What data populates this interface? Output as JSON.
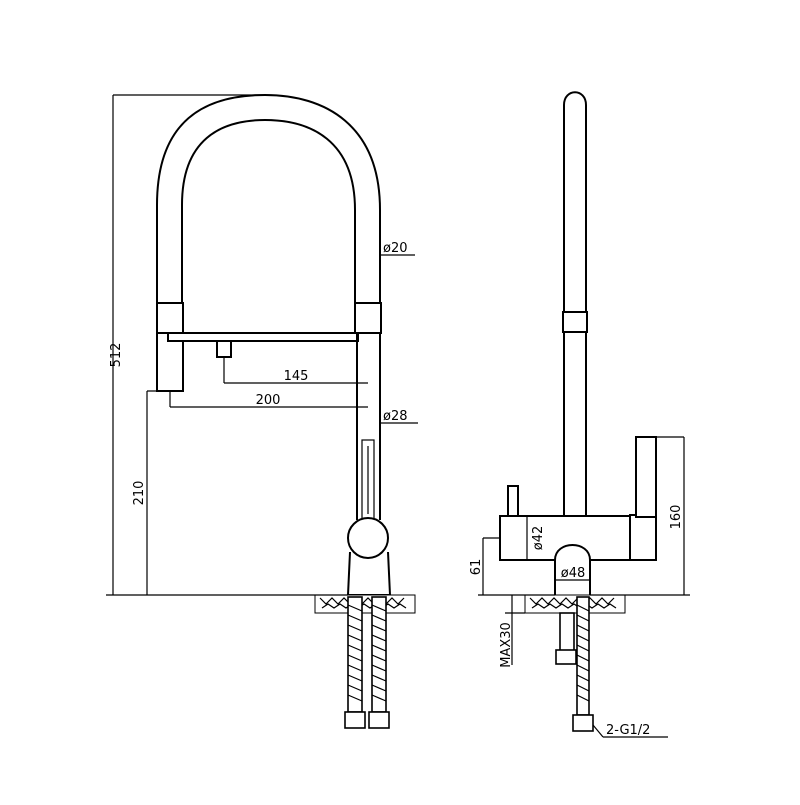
{
  "dimensions": {
    "height_total": "512",
    "height_spout": "210",
    "reach_spray": "145",
    "reach_spout": "200",
    "dia_hose": "ø20",
    "dia_body": "ø28",
    "dia_valve": "ø42",
    "dia_base": "ø48",
    "height_handle": "160",
    "height_base": "61",
    "max_deck": "MAX30",
    "thread": "2-G1/2"
  },
  "colors": {
    "line": "#000000",
    "background": "#ffffff"
  }
}
